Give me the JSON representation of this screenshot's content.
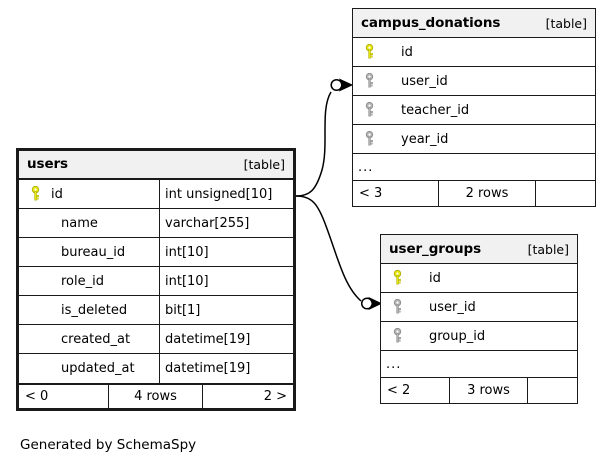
{
  "diagram": {
    "kind_label": "[table]",
    "credit": "Generated by SchemaSpy",
    "ellipsis": "...",
    "colors": {
      "background": "#ffffff",
      "header_fill": "#f1f1f1",
      "border": "#1a1a1a",
      "primary_key": "#e8e80f",
      "foreign_key": "#b3b3b3",
      "text": "#000000"
    }
  },
  "tables": {
    "users": {
      "name": "users",
      "kind": "[table]",
      "focal": true,
      "columns": [
        {
          "name": "id",
          "type": "int unsigned[10]",
          "key": "primary"
        },
        {
          "name": "name",
          "type": "varchar[255]",
          "key": "none"
        },
        {
          "name": "bureau_id",
          "type": "int[10]",
          "key": "none"
        },
        {
          "name": "role_id",
          "type": "int[10]",
          "key": "none"
        },
        {
          "name": "is_deleted",
          "type": "bit[1]",
          "key": "none"
        },
        {
          "name": "created_at",
          "type": "datetime[19]",
          "key": "none"
        },
        {
          "name": "updated_at",
          "type": "datetime[19]",
          "key": "none"
        }
      ],
      "footer": {
        "left": "< 0",
        "center": "4 rows",
        "right": "2 >"
      }
    },
    "campus_donations": {
      "name": "campus_donations",
      "kind": "[table]",
      "focal": false,
      "columns": [
        {
          "name": "id",
          "key": "primary"
        },
        {
          "name": "user_id",
          "key": "foreign"
        },
        {
          "name": "teacher_id",
          "key": "foreign"
        },
        {
          "name": "year_id",
          "key": "foreign"
        }
      ],
      "more_indicator": "...",
      "footer": {
        "left": "< 3",
        "center": "2 rows",
        "right": ""
      }
    },
    "user_groups": {
      "name": "user_groups",
      "kind": "[table]",
      "focal": false,
      "columns": [
        {
          "name": "id",
          "key": "primary"
        },
        {
          "name": "user_id",
          "key": "foreign"
        },
        {
          "name": "group_id",
          "key": "foreign"
        }
      ],
      "more_indicator": "...",
      "footer": {
        "left": "< 2",
        "center": "3 rows",
        "right": ""
      }
    }
  },
  "relationships": [
    {
      "from_table": "users",
      "from_column": "id",
      "to_table": "campus_donations",
      "to_column": "user_id",
      "from_marker": "none",
      "to_marker": "zero-or-many"
    },
    {
      "from_table": "users",
      "from_column": "id",
      "to_table": "user_groups",
      "to_column": "user_id",
      "from_marker": "none",
      "to_marker": "zero-or-many"
    }
  ]
}
